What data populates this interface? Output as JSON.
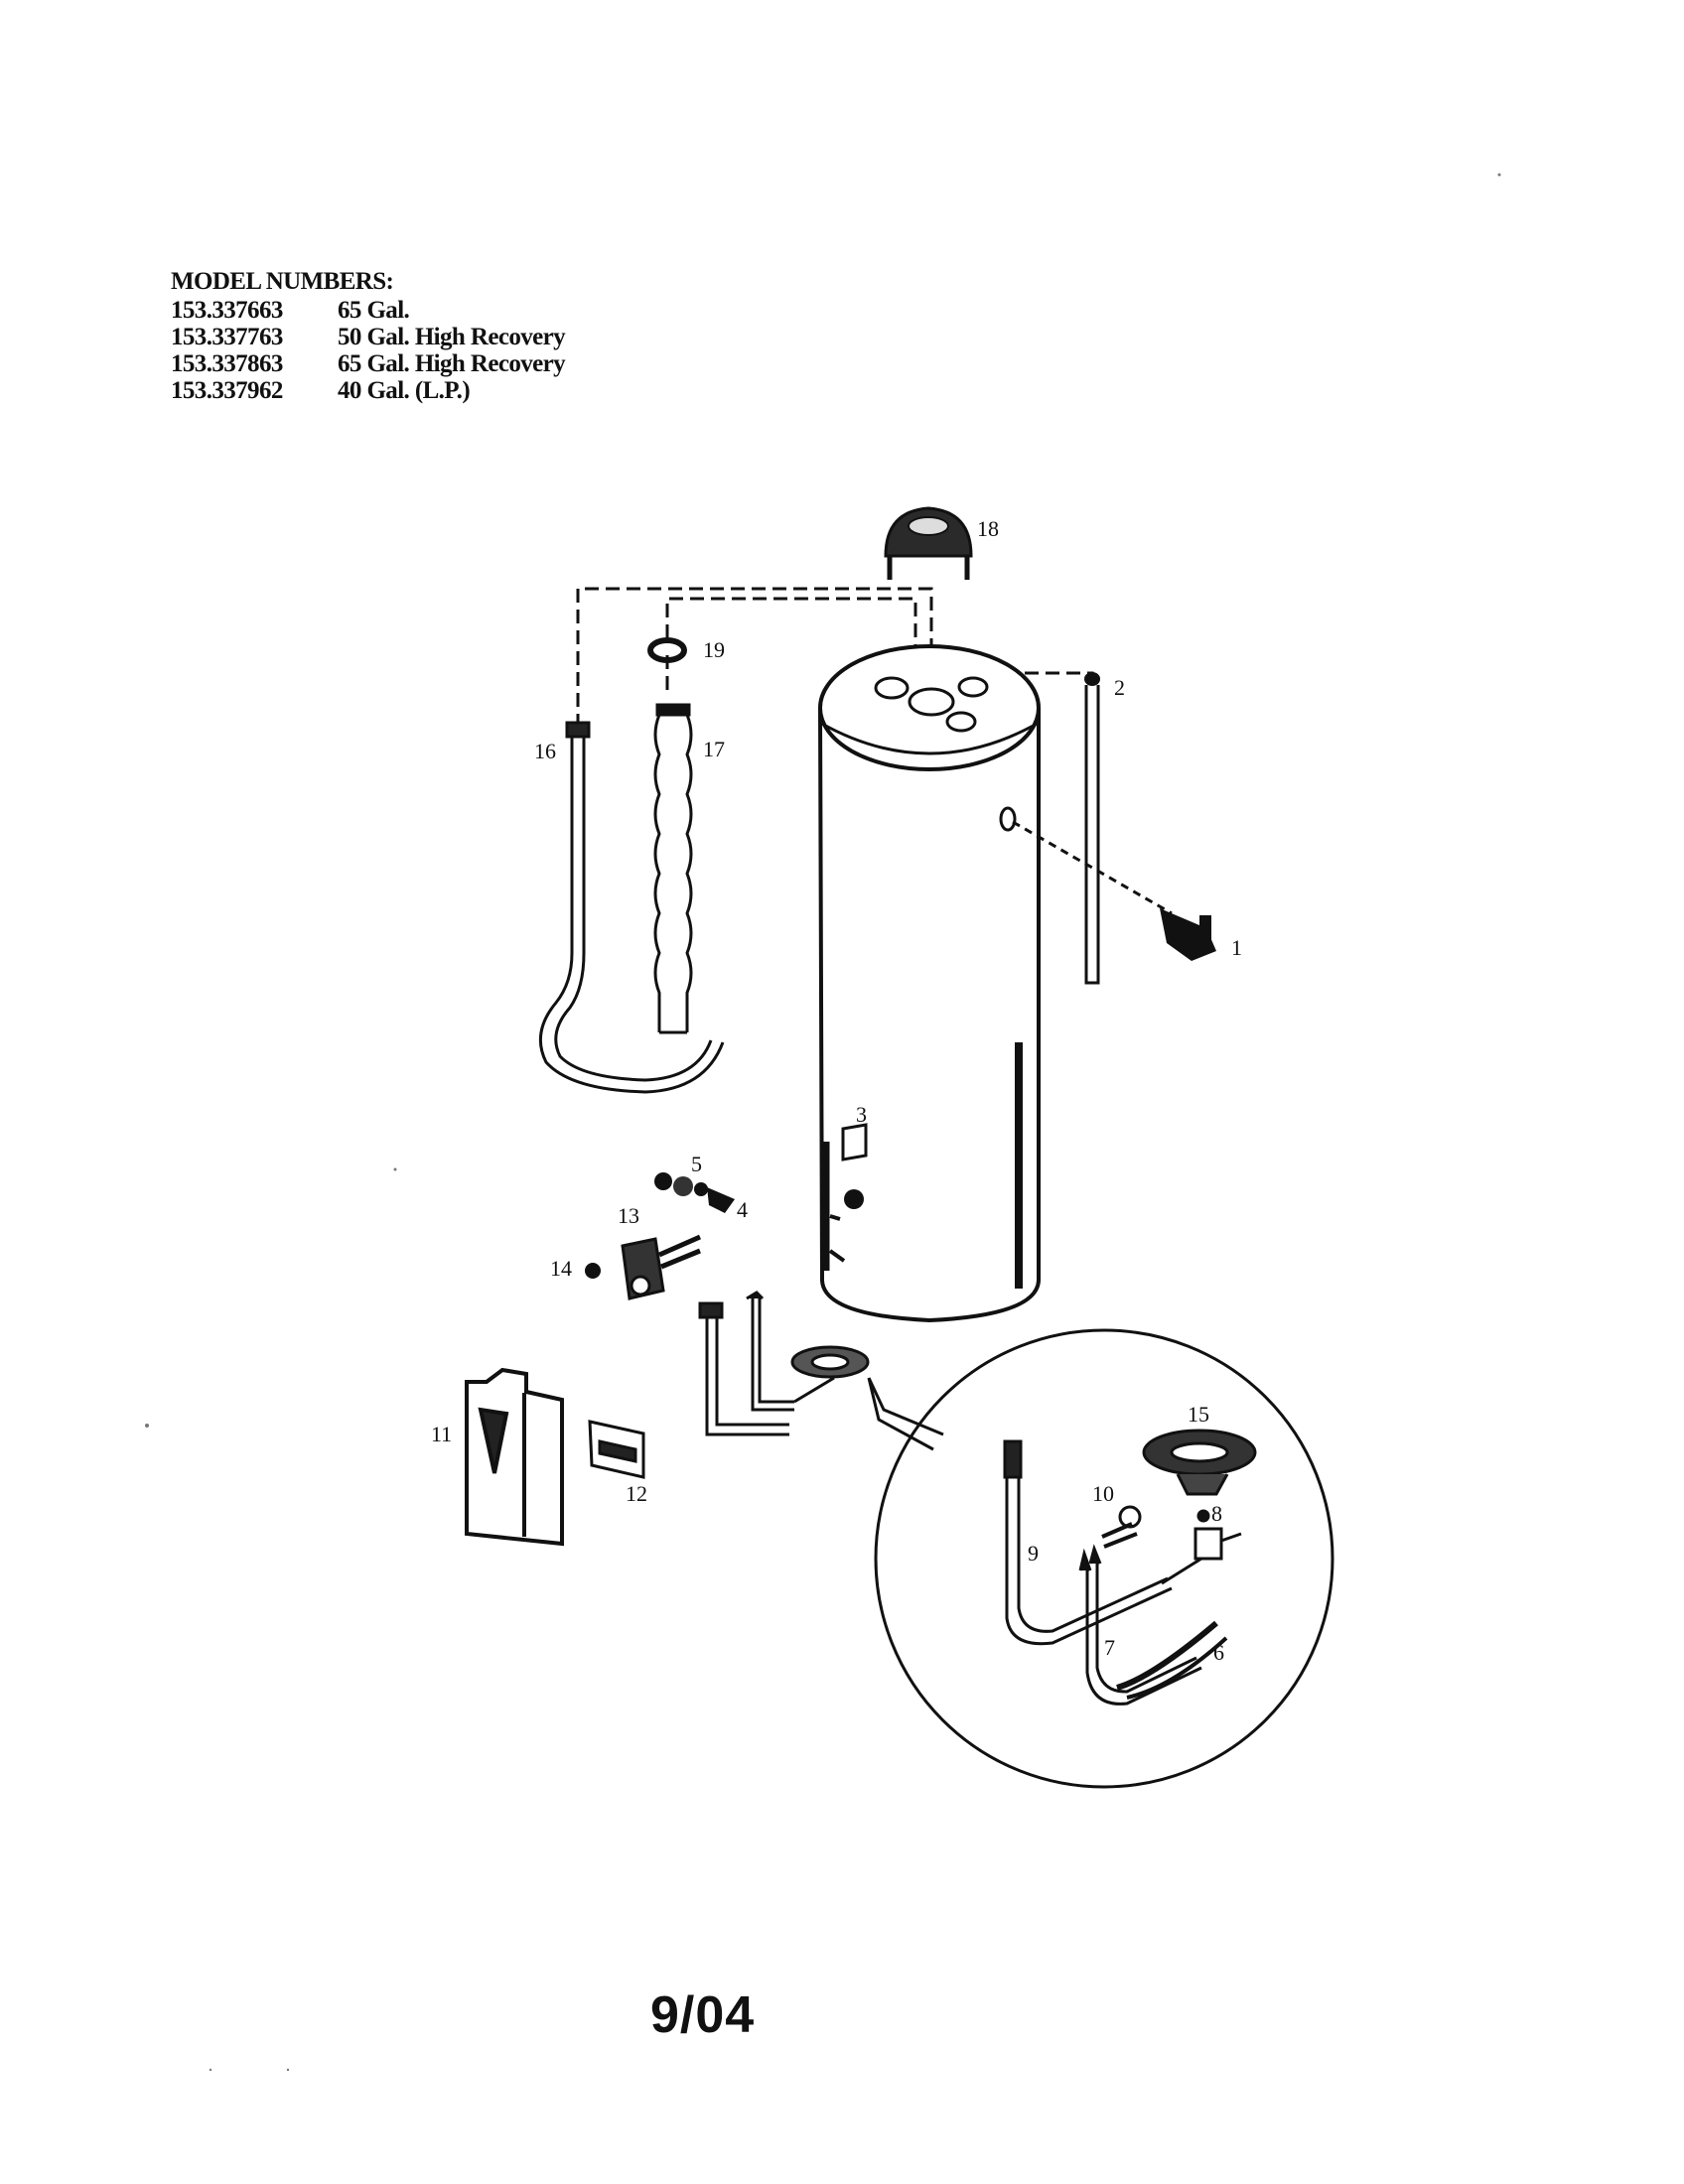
{
  "models": {
    "heading": "MODEL NUMBERS:",
    "rows": [
      {
        "number": "153.337663",
        "description": "65 Gal."
      },
      {
        "number": "153.337763",
        "description": "50 Gal. High Recovery"
      },
      {
        "number": "153.337863",
        "description": "65 Gal. High Recovery"
      },
      {
        "number": "153.337962",
        "description": "40 Gal. (L.P.)"
      }
    ]
  },
  "parts": {
    "p1": "1",
    "p2": "2",
    "p3": "3",
    "p4": "4",
    "p5": "5",
    "p6": "6",
    "p7": "7",
    "p8": "8",
    "p9": "9",
    "p10": "10",
    "p11": "11",
    "p12": "12",
    "p13": "13",
    "p14": "14",
    "p15": "15",
    "p16": "16",
    "p17": "17",
    "p18": "18",
    "p19": "19"
  },
  "footer": {
    "date_code": "9/04"
  }
}
